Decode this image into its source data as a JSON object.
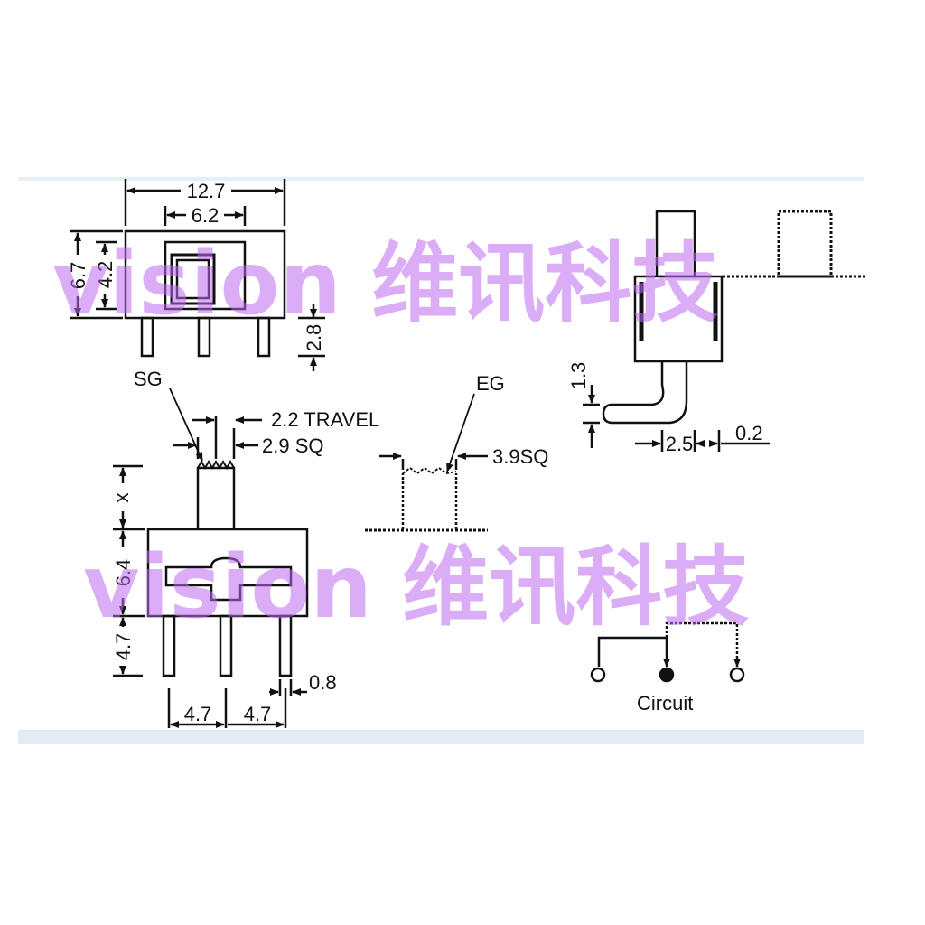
{
  "dimensions": {
    "top_width_outer": "12.7",
    "top_width_inner": "6.2",
    "top_height_outer": "6.7",
    "top_height_inner": "4.2",
    "pin_length": "2.8",
    "travel": "2.2 TRAVEL",
    "actuator_sq": "2.9 SQ",
    "eg_sq": "3.9SQ",
    "actuator_height": "x",
    "body_height": "6.4",
    "pin_height": "4.7",
    "pin_pitch_1": "4.7",
    "pin_pitch_2": "4.7",
    "pin_width": "0.8",
    "side_bend_height": "1.3",
    "side_offset": "2.5",
    "side_thickness": "0.2"
  },
  "labels": {
    "sg": "SG",
    "eg": "EG",
    "circuit": "Circuit"
  },
  "watermark": {
    "text": "vision 维讯科技",
    "color": "#c069f0"
  },
  "colors": {
    "line": "#111111",
    "band": "#e8eef6"
  }
}
